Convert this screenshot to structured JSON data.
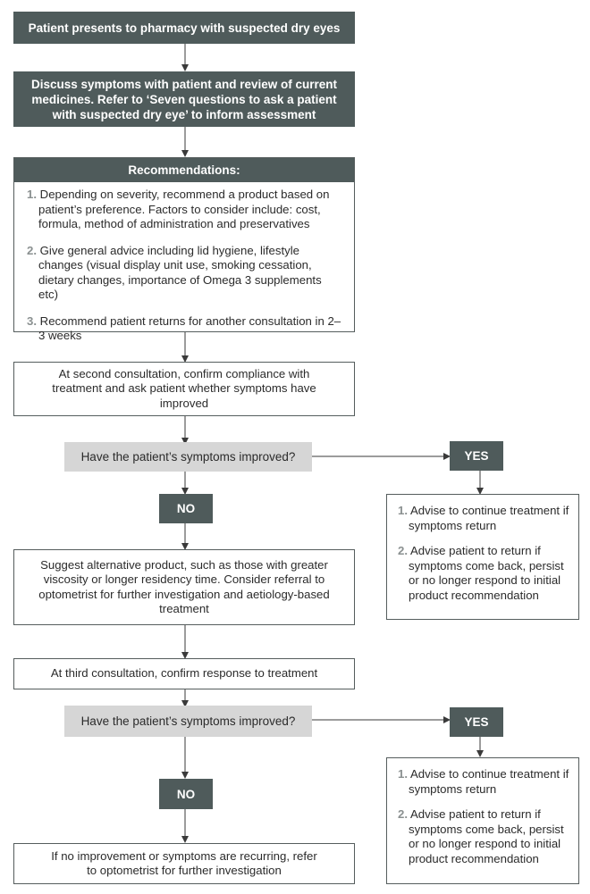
{
  "start": "Patient presents to pharmacy with suspected dry eyes",
  "discuss": "Discuss symptoms with patient and review of current medicines. Refer to ‘Seven questions to ask a patient with suspected dry eye’ to inform assessment",
  "recommendations": {
    "header": "Recommendations:",
    "items": [
      {
        "num": "1.",
        "text": "Depending on severity, recommend a product based on patient’s preference. Factors to consider include: cost, formula, method of administration and preservatives"
      },
      {
        "num": "2.",
        "text": "Give general advice including lid hygiene, lifestyle changes (visual display unit use, smoking cessation, dietary changes, importance of Omega 3 supplements etc)"
      },
      {
        "num": "3.",
        "text": "Recommend patient returns for another consultation in 2–3 weeks"
      }
    ]
  },
  "second_consult": "At second consultation, confirm compliance with treatment and ask patient whether symptoms have improved",
  "question_1": "Have the patient’s symptoms improved?",
  "yes_1": "YES",
  "no_1": "NO",
  "advice_1": [
    {
      "num": "1.",
      "text": "Advise to continue treatment if symptoms return"
    },
    {
      "num": "2.",
      "text": "Advise patient to return if symptoms come back, persist or no longer respond to initial product recommendation"
    }
  ],
  "alternative": "Suggest alternative product, such as those with greater viscosity or longer residency time. Consider referral to optometrist for further investigation and aetiology-based treatment",
  "third_consult": "At third consultation, confirm response to treatment",
  "question_2": "Have the patient’s symptoms improved?",
  "yes_2": "YES",
  "no_2": "NO",
  "advice_2": [
    {
      "num": "1.",
      "text": "Advise to continue treatment if symptoms return"
    },
    {
      "num": "2.",
      "text": "Advise patient to return if symptoms come back, persist or no longer respond to initial product recommendation"
    }
  ],
  "final": "If no improvement or symptoms are recurring, refer to optometrist for further investigation",
  "colors": {
    "dark_box": "#4f5b5b",
    "question_box": "#d6d6d6",
    "number_accent": "#8a9090",
    "line": "#3a3a3a"
  }
}
